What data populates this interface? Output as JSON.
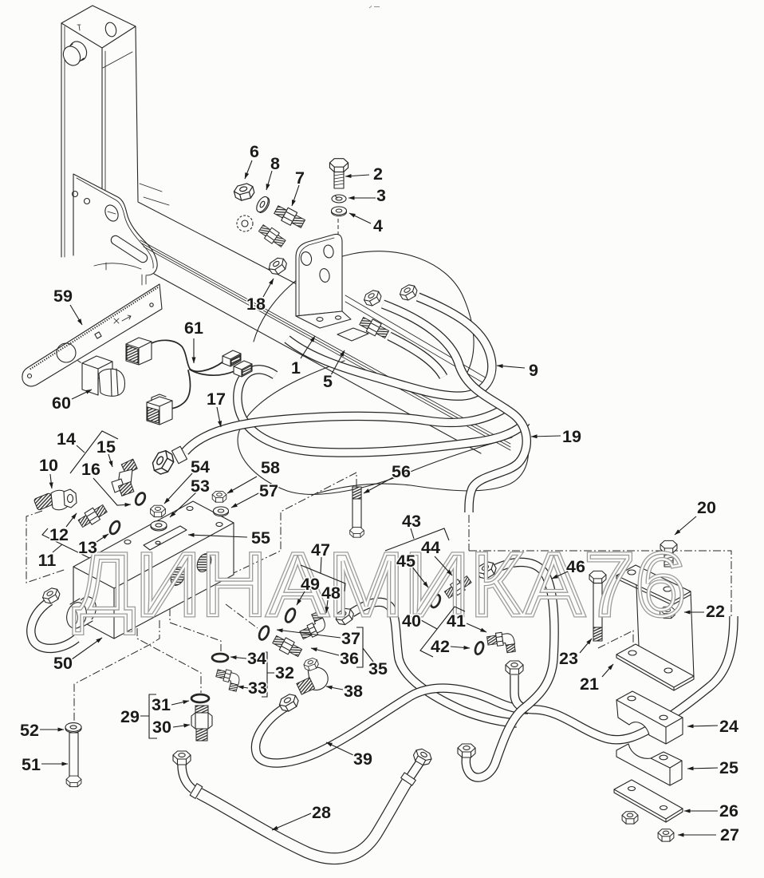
{
  "theme": {
    "ink": "#262626",
    "background": "#fcfdfb",
    "watermark": "#9c9c9c",
    "label": "#1b1b1b"
  },
  "diagram": {
    "watermark": "ДИНАМИКА76",
    "callouts": [
      {
        "label": "1"
      },
      {
        "label": "2"
      },
      {
        "label": "3"
      },
      {
        "label": "4"
      },
      {
        "label": "5"
      },
      {
        "label": "6"
      },
      {
        "label": "7"
      },
      {
        "label": "8"
      },
      {
        "label": "9"
      },
      {
        "label": "10"
      },
      {
        "label": "11"
      },
      {
        "label": "12"
      },
      {
        "label": "13"
      },
      {
        "label": "14"
      },
      {
        "label": "15"
      },
      {
        "label": "16"
      },
      {
        "label": "17"
      },
      {
        "label": "18"
      },
      {
        "label": "19"
      },
      {
        "label": "20"
      },
      {
        "label": "21"
      },
      {
        "label": "22"
      },
      {
        "label": "23"
      },
      {
        "label": "24"
      },
      {
        "label": "25"
      },
      {
        "label": "26"
      },
      {
        "label": "27"
      },
      {
        "label": "28"
      },
      {
        "label": "29"
      },
      {
        "label": "30"
      },
      {
        "label": "31"
      },
      {
        "label": "32"
      },
      {
        "label": "33"
      },
      {
        "label": "34"
      },
      {
        "label": "35"
      },
      {
        "label": "36"
      },
      {
        "label": "37"
      },
      {
        "label": "38"
      },
      {
        "label": "39"
      },
      {
        "label": "40"
      },
      {
        "label": "41"
      },
      {
        "label": "42"
      },
      {
        "label": "43"
      },
      {
        "label": "44"
      },
      {
        "label": "45"
      },
      {
        "label": "46"
      },
      {
        "label": "47"
      },
      {
        "label": "48"
      },
      {
        "label": "49"
      },
      {
        "label": "50"
      },
      {
        "label": "51"
      },
      {
        "label": "52"
      },
      {
        "label": "53"
      },
      {
        "label": "54"
      },
      {
        "label": "55"
      },
      {
        "label": "56"
      },
      {
        "label": "57"
      },
      {
        "label": "58"
      },
      {
        "label": "59"
      },
      {
        "label": "60"
      },
      {
        "label": "61"
      }
    ],
    "assemblies": [
      {
        "label": "11",
        "parts": [
          "12",
          "13"
        ]
      },
      {
        "label": "14",
        "parts": [
          "15",
          "16"
        ]
      },
      {
        "label": "29",
        "parts": [
          "31",
          "30"
        ]
      },
      {
        "label": "32",
        "parts": [
          "34",
          "33"
        ]
      },
      {
        "label": "35",
        "parts": [
          "37",
          "36"
        ]
      },
      {
        "label": "40",
        "parts": [
          "41",
          "42"
        ]
      },
      {
        "label": "43",
        "parts": [
          "44",
          "45"
        ]
      },
      {
        "label": "47",
        "parts": [
          "49",
          "48"
        ]
      }
    ]
  }
}
